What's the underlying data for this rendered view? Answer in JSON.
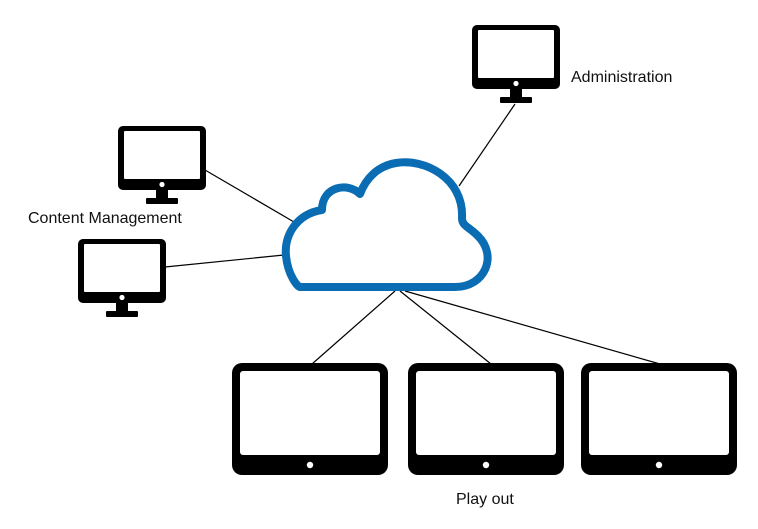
{
  "labels": {
    "administration": "Administration",
    "content_management": "Content Management",
    "play_out": "Play out"
  },
  "colors": {
    "cloud": "#0a6cb3",
    "device": "#000000",
    "connector": "#000000",
    "background": "#ffffff"
  },
  "icons": {
    "cloud": "cloud-icon",
    "monitor": "monitor-icon",
    "tablet": "tablet-icon"
  }
}
